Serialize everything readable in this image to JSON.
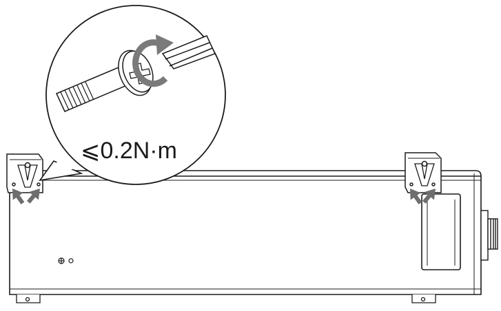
{
  "figure": {
    "torque_label": "⩽0.2N·m",
    "colors": {
      "line": "#1a1a1a",
      "arrow": "#6e6e6e",
      "rotation_arrow": "#7a7a7a",
      "background": "#ffffff"
    },
    "parts": [
      "device-chassis",
      "left-mounting-bracket",
      "right-mounting-bracket",
      "magnified-screw-callout",
      "phillips-screw",
      "screwdriver-tip",
      "rotation-arrow",
      "pointer-arrows",
      "side-connector",
      "front-panel-door",
      "ground-symbol",
      "indicator-hole",
      "feet"
    ]
  }
}
